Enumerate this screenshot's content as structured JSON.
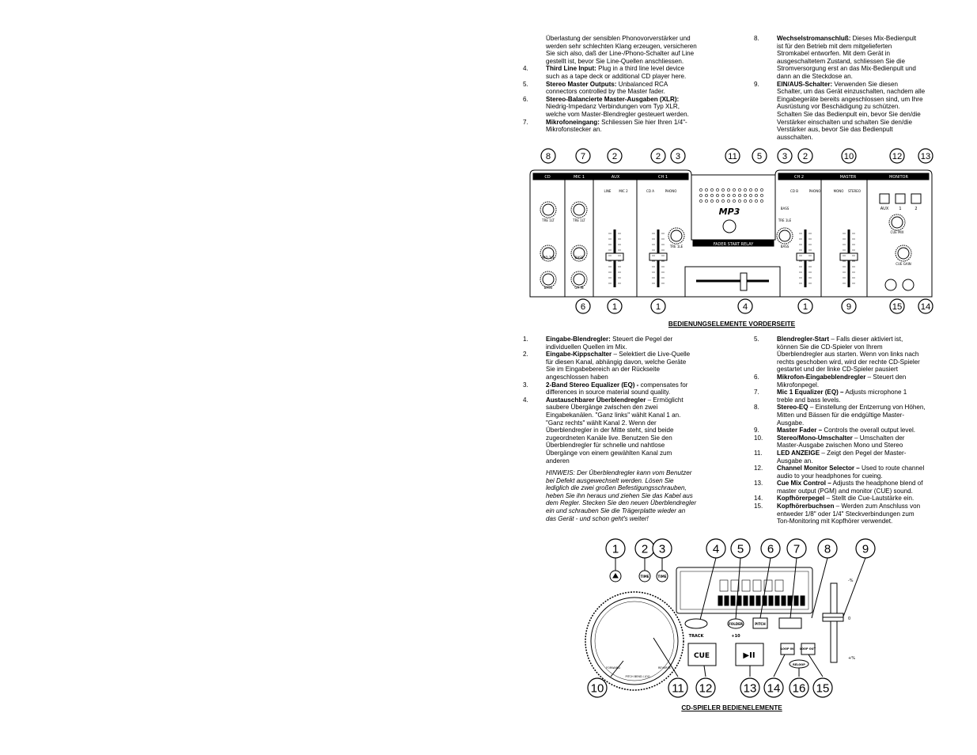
{
  "top_left": {
    "intro": [
      "Überlastung der sensiblen Phonovorverstärker und",
      "werden sehr schlechten Klang erzeugen, versicheren",
      "Sie sich also, daß der Line-/Phono-Schalter auf Line",
      "gestellt ist, bevor Sie Line-Quellen anschliessen."
    ],
    "items": [
      {
        "num": "4.",
        "bold": "Third Line Input:",
        "first": " Plug in a third line level device",
        "rest": [
          "such as a tape deck or additional CD player here."
        ]
      },
      {
        "num": "5.",
        "bold": "Stereo Master Outputs:",
        "first": " Unbalanced RCA",
        "rest": [
          "connectors controlled by the Master fader."
        ]
      },
      {
        "num": "6.",
        "bold": "Stereo-Balancierte Master-Ausgaben (XLR):",
        "first": "",
        "rest": [
          "Niedrig-Impedanz Verbindungen vom Typ XLR,",
          "welche vom Master-Blendregler gesteuert werden."
        ]
      },
      {
        "num": "7.",
        "bold": "Mikrofoneingang:",
        "first": " Schliessen Sie hier Ihren 1/4\"-",
        "rest": [
          "Mikrofonstecker an."
        ]
      }
    ]
  },
  "top_right": {
    "items": [
      {
        "num": "8.",
        "bold": "Wechselstromanschluß:",
        "first": " Dieses Mix-Bedienpult",
        "rest": [
          "ist für den Betrieb mit dem mitgelieferten",
          "Stromkabel entworfen. Mit dem Gerät in",
          "ausgeschaltetem Zustand, schliessen Sie die",
          "Stromversorgung erst an das Mix-Bedienpult und",
          "dann an die Steckdose an."
        ]
      },
      {
        "num": "9.",
        "bold": "EIN/AUS-Schalter:",
        "first": " Verwenden Sie diesen",
        "rest": [
          "Schalter, um das Gerät einzuschalten, nachdem alle",
          "Eingabegeräte bereits angeschlossen sind, um Ihre",
          "Ausrüstung vor Beschädigung zu schützen.",
          "Schalten Sie das Bedienpult ein, bevor Sie den/die",
          "Verstärker einschalten und schalten Sie den/die",
          "Verstärker aus, bevor Sie das Bedienpult",
          "ausschalten."
        ]
      }
    ]
  },
  "mixer_figure": {
    "top_labels": [
      "8",
      "7",
      "2",
      "2",
      "3",
      "11",
      "5",
      "3",
      "2",
      "10",
      "12",
      "13"
    ],
    "bottom_labels": [
      "6",
      "1",
      "1",
      "4",
      "1",
      "9",
      "15",
      "14"
    ],
    "strip_headers": [
      "CD",
      "MIC 1",
      "AUX",
      "CH 1",
      "CH 2",
      "MASTER",
      "MONITOR"
    ],
    "knob_labels": [
      "TRE 1LT",
      "MID 1LE",
      "BASS",
      "TRE 1LT",
      "BASS",
      "GA IN",
      "TRE 1LE",
      "BASS",
      "TRE 1LE",
      "BASS",
      "CUE MIX",
      "CUE GAIN"
    ],
    "switch_labels": [
      "LINE",
      "MIC 2",
      "CD A",
      "PHONO",
      "CD B",
      "PHONO",
      "MONO",
      "STEREO"
    ],
    "monitor_buttons": [
      "AUX",
      "1",
      "2"
    ],
    "center_text": [
      "MP3",
      "FADER START RELAY"
    ]
  },
  "mixer_caption": "BEDIENUNGSELEMENTE VORDERSEITE",
  "bottom_left": {
    "items": [
      {
        "num": "1.",
        "bold": "Eingabe-Blendregler:",
        "first": " Steuert die Pegel der",
        "rest": [
          "individuellen Quellen im Mix."
        ]
      },
      {
        "num": "2.",
        "bold": "Eingabe-Kippschalter",
        "first": " – Selektiert die Live-Quelle",
        "rest": [
          "für diesen Kanal, abhängig davon, welche Geräte",
          "Sie im Eingabebereich an der Rückseite",
          "angeschlossen haben"
        ]
      },
      {
        "num": "3.",
        "bold": "2-Band Stereo Equalizer (EQ) -",
        "first": " compensates for",
        "rest": [
          "differences in source material sound quality."
        ]
      },
      {
        "num": "4.",
        "bold": "Austauschbarer Überblendregler",
        "first": " – Ermöglicht",
        "rest": [
          "saubere Übergänge zwischen den zwei",
          "Eingabekanälen. \"Ganz links\" wählt Kanal 1 an.",
          "\"Ganz rechts\" wählt Kanal 2. Wenn der",
          "Überblendregler in der Mitte steht, sind beide",
          "zugeordneten Kanäle live. Benutzen Sie den",
          "Überblendregler für schnelle und nahtlose",
          "Übergänge von einem gewählten Kanal zum",
          "anderen"
        ]
      }
    ],
    "note": [
      "HINWEIS: Der Überblendregler kann vom Benutzer",
      "bei Defekt ausgewechselt werden. Lösen Sie",
      "lediglich die zwei großen Befestigungsschrauben,",
      "heben Sie ihn heraus und ziehen Sie das Kabel aus",
      "dem Regler. Stecken Sie den neuen Überblendregler",
      "ein und schrauben Sie die Trägerplatte wieder an",
      "das Gerät - und schon geht's weiter!"
    ]
  },
  "bottom_right": {
    "items": [
      {
        "num": "5.",
        "bold": "Blendregler-Start",
        "first": " – Falls dieser aktiviert ist,",
        "rest": [
          "können Sie die CD-Spieler von Ihrem",
          "Überblendregler aus starten. Wenn von links nach",
          "rechts geschoben wird, wird der rechte CD-Spieler",
          "gestartet und der linke CD-Spieler pausiert"
        ]
      },
      {
        "num": "6.",
        "bold": "Mikrofon-Eingabeblendregler",
        "first": " – Steuert den",
        "rest": [
          "Mikrofonpegel."
        ]
      },
      {
        "num": "7.",
        "bold": "Mic 1 Equalizer (EQ) –",
        "first": " Adjusts microphone 1",
        "rest": [
          "treble and bass levels."
        ]
      },
      {
        "num": "8.",
        "bold": "Stereo-EQ",
        "first": " – Einstellung der Entzerrung von Höhen,",
        "rest": [
          "Mitten und Bässen für die endgültige Master-",
          "Ausgabe."
        ]
      },
      {
        "num": "9.",
        "bold": "Master Fader –",
        "first": " Controls the overall output level.",
        "rest": []
      },
      {
        "num": "10.",
        "bold": "Stereo/Mono-Umschalter",
        "first": " – Umschalten der",
        "rest": [
          "Master-Ausgabe zwischen Mono und Stereo"
        ]
      },
      {
        "num": "11.",
        "bold": "LED ANZEIGE",
        "first": " – Zeigt den Pegel der Master-",
        "rest": [
          "Ausgabe an."
        ]
      },
      {
        "num": "12.",
        "bold": "Channel Monitor Selector –",
        "first": " Used to route channel",
        "rest": [
          "audio to your headphones for cueing."
        ]
      },
      {
        "num": "13.",
        "bold": "Cue Mix Control –",
        "first": " Adjusts the headphone blend of",
        "rest": [
          "master output (PGM) and monitor (CUE) sound."
        ]
      },
      {
        "num": "14.",
        "bold": "Kopfhörerpegel",
        "first": " – Stellt die Cue-Lautstärke ein.",
        "rest": []
      },
      {
        "num": "15.",
        "bold": "Kopfhörerbuchsen",
        "first": " – Werden zum Anschluss von",
        "rest": [
          "entweder 1/8\" oder 1/4\" Steckverbindungen zum",
          "Ton-Monitoring mit Kopfhörer verwendet."
        ]
      }
    ]
  },
  "cd_figure": {
    "top_labels": [
      "1",
      "2",
      "3",
      "4",
      "5",
      "6",
      "7",
      "8",
      "9"
    ],
    "bottom_labels": [
      "10",
      "11",
      "12",
      "13",
      "14",
      "16",
      "15"
    ],
    "button_labels": [
      "TIME",
      "TIME",
      "TRACK",
      "FOLDER",
      "+10",
      "PITCH",
      "CUE",
      "▶II",
      "LOOP IN",
      "LOOP OUT",
      "RELOOP"
    ],
    "pitch_marks": [
      "-%",
      "0",
      "+%"
    ],
    "wheel_text": [
      "FORWARD",
      "REVERSE",
      "PITCH BEND / JOG"
    ]
  },
  "cd_caption": "CD-SPIELER BEDIENELEMENTE"
}
